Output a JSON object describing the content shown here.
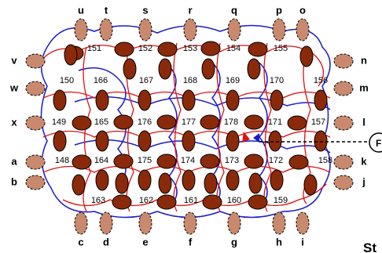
{
  "diagram": {
    "pin_rows": [
      [
        "151",
        "152",
        "153",
        "154",
        "155"
      ],
      [
        "150",
        "166",
        "167",
        "168",
        "169",
        "170",
        "156"
      ],
      [
        "149",
        "165",
        "176",
        "177",
        "178",
        "171",
        "157"
      ],
      [
        "148",
        "164",
        "175",
        "174",
        "173",
        "172",
        "158"
      ],
      [
        "163",
        "162",
        "161",
        "160",
        "159"
      ]
    ],
    "edge_labels": {
      "top": [
        "u",
        "t",
        "s",
        "r",
        "q",
        "p",
        "o"
      ],
      "bottom": [
        "c",
        "d",
        "e",
        "f",
        "g",
        "h",
        "i"
      ],
      "left": [
        "v",
        "w",
        "x",
        "a",
        "b"
      ],
      "right": [
        "n",
        "m",
        "l",
        "k",
        "j"
      ]
    },
    "start_marker": "F",
    "corner_text": "St",
    "colors": {
      "bead_fill": "#8b2a0a",
      "edge_bead_fill": "#c8896e",
      "thread_red": "#e01010",
      "thread_blue": "#1a1acc"
    }
  }
}
